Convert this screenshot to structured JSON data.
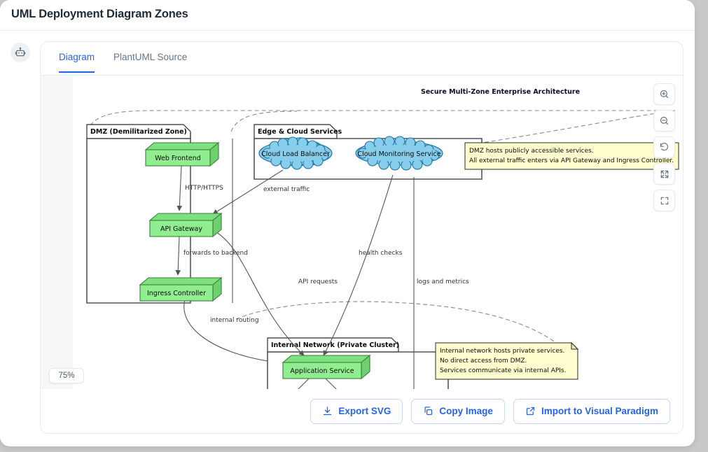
{
  "header": {
    "title": "UML Deployment Diagram Zones"
  },
  "rail": {
    "bot_icon": "robot-icon"
  },
  "tabs": [
    {
      "label": "Diagram",
      "active": true
    },
    {
      "label": "PlantUML Source",
      "active": false
    }
  ],
  "viewer": {
    "zoom_level": "75%",
    "controls": [
      {
        "name": "zoom-in",
        "icon": "magnifier-plus-icon"
      },
      {
        "name": "zoom-out",
        "icon": "magnifier-minus-icon"
      },
      {
        "name": "reset-view",
        "icon": "reset-rotate-icon"
      },
      {
        "name": "fit-to-screen",
        "icon": "expand-arrows-icon"
      },
      {
        "name": "fullscreen",
        "icon": "fullscreen-corners-icon"
      }
    ]
  },
  "diagram": {
    "title": "Secure Multi-Zone Enterprise Architecture",
    "zones": [
      {
        "id": "dmz",
        "label": "DMZ (Demilitarized Zone)"
      },
      {
        "id": "edge",
        "label": "Edge & Cloud Services"
      },
      {
        "id": "internal",
        "label": "Internal Network (Private Cluster)"
      }
    ],
    "nodes": [
      {
        "id": "web-frontend",
        "label": "Web Frontend",
        "shape": "node3d",
        "zone": "dmz"
      },
      {
        "id": "api-gateway",
        "label": "API Gateway",
        "shape": "node3d",
        "zone": "dmz"
      },
      {
        "id": "ingress-controller",
        "label": "Ingress Controller",
        "shape": "node3d",
        "zone": "dmz"
      },
      {
        "id": "cloud-load-balancer",
        "label": "Cloud Load Balancer",
        "shape": "cloud",
        "zone": "edge"
      },
      {
        "id": "cloud-monitoring-service",
        "label": "Cloud Monitoring Service",
        "shape": "cloud",
        "zone": "edge"
      },
      {
        "id": "application-service",
        "label": "Application Service",
        "shape": "node3d",
        "zone": "internal"
      }
    ],
    "edges": [
      {
        "from": "web-frontend",
        "to": "api-gateway",
        "label": "HTTP/HTTPS"
      },
      {
        "from": "api-gateway",
        "to": "ingress-controller",
        "label": "forwards to backend"
      },
      {
        "from": "cloud-load-balancer",
        "to": "api-gateway",
        "label": "external traffic"
      },
      {
        "from": "cloud-monitoring-service",
        "to": "application-service",
        "label": "health checks"
      },
      {
        "from": "api-gateway",
        "to": "application-service",
        "label": "API requests"
      },
      {
        "from": "application-service",
        "to": "cloud-monitoring-service",
        "label": "logs and metrics"
      },
      {
        "from": "ingress-controller",
        "to": "application-service",
        "label": "internal routing"
      }
    ],
    "notes": [
      {
        "id": "dmz-note",
        "lines": [
          "DMZ hosts publicly accessible services.",
          "All external traffic enters via API Gateway and Ingress Controller."
        ]
      },
      {
        "id": "internal-note",
        "lines": [
          "Internal network hosts private services.",
          "No direct access from DMZ.",
          "Services communicate via internal APIs."
        ]
      }
    ],
    "colors": {
      "node_fill": "#90EE90",
      "node_stroke": "#3a7d3a",
      "cloud_fill": "#87CEEB",
      "cloud_stroke": "#2277aa",
      "note_fill": "#FEFECE",
      "note_stroke": "#2b2b2b",
      "zone_stroke": "#555555",
      "edge_stroke": "#555555"
    }
  },
  "footer": {
    "actions": [
      {
        "name": "export-svg",
        "label": "Export SVG",
        "icon": "download-icon"
      },
      {
        "name": "copy-image",
        "label": "Copy Image",
        "icon": "copy-icon"
      },
      {
        "name": "import-visual-paradigm",
        "label": "Import to Visual Paradigm",
        "icon": "external-link-icon"
      }
    ],
    "accent": "#2563eb"
  }
}
